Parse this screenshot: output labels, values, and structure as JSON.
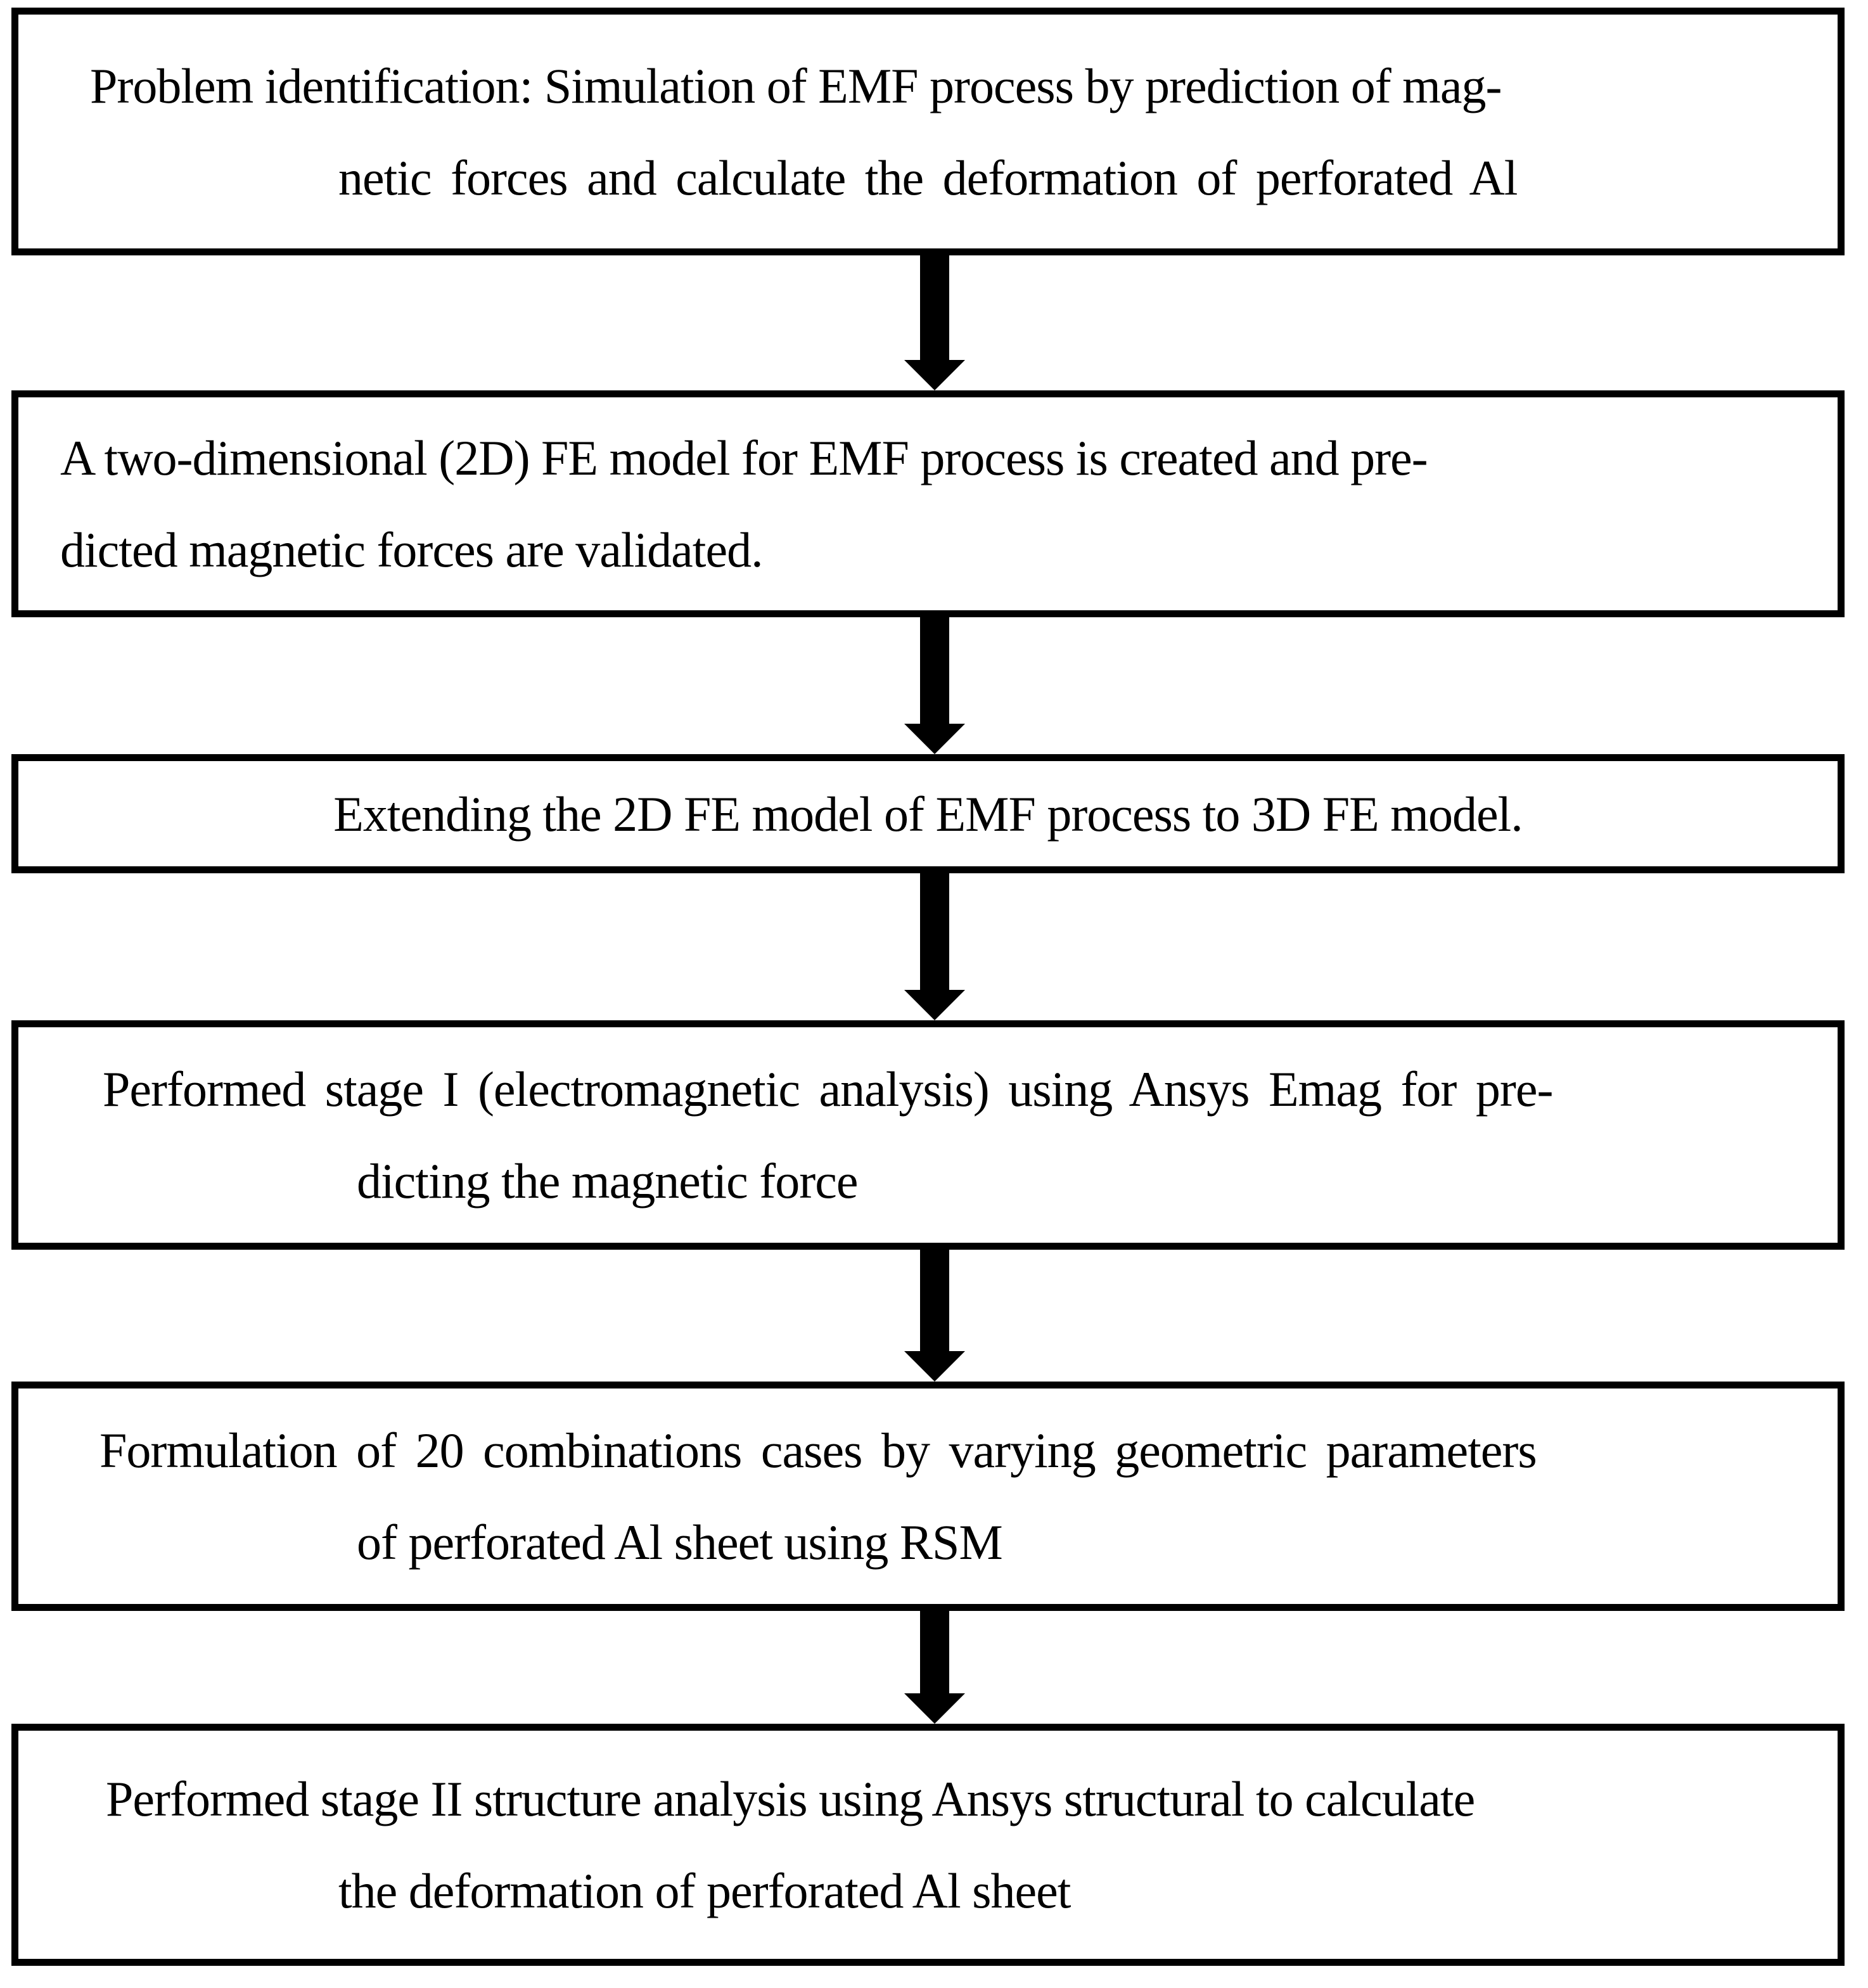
{
  "page": {
    "background": "#ffffff",
    "text_color": "#000000",
    "border_color": "#000000",
    "arrow_color": "#000000",
    "description": "Flowchart of simulation methodology for EMF process of perforated Al sheet"
  },
  "flowchart": {
    "boxes": [
      {
        "id": "problem-identification",
        "lines": [
          "Problem identification: Simulation of EMF process by prediction of mag-",
          "netic forces and calculate the deformation of perforated Al"
        ]
      },
      {
        "id": "2d-fe-model",
        "lines": [
          "A two-dimensional (2D) FE model for EMF process is created and pre-",
          "dicted magnetic forces are validated."
        ]
      },
      {
        "id": "extend-to-3d",
        "lines": [
          "Extending the 2D FE model of EMF process to 3D FE model."
        ]
      },
      {
        "id": "stage-1-electromagnetic",
        "lines": [
          "Performed stage I (electromagnetic analysis) using Ansys Emag for pre-",
          "dicting the magnetic force"
        ]
      },
      {
        "id": "rsm-combinations",
        "lines": [
          "Formulation of 20 combinations cases by varying geometric parameters",
          "of perforated Al sheet using RSM"
        ]
      },
      {
        "id": "stage-2-structural",
        "lines": [
          "Performed stage II structure analysis using Ansys structural to calculate",
          "the deformation of perforated Al sheet"
        ]
      }
    ],
    "connectors": [
      {
        "type": "down-arrow"
      },
      {
        "type": "down-arrow"
      },
      {
        "type": "down-arrow"
      },
      {
        "type": "down-arrow"
      },
      {
        "type": "down-arrow"
      }
    ]
  }
}
